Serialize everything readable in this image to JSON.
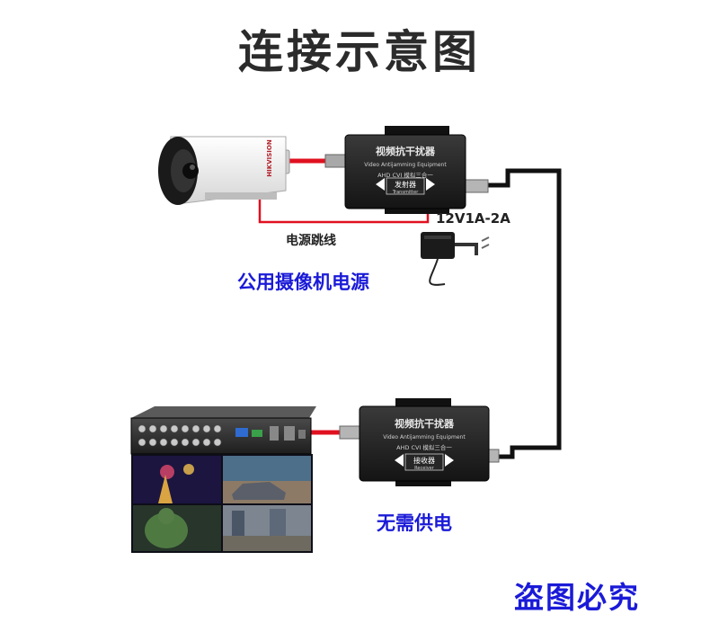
{
  "title": "连接示意图",
  "labels": {
    "power_jumper": "电源跳线",
    "power_spec": "12V1A-2A",
    "shared_power": "公用摄像机电源",
    "no_power": "无需供电",
    "watermark": "盗图必究"
  },
  "camera": {
    "brand": "HIKVISION"
  },
  "transmitter": {
    "name_cn": "视频抗干扰器",
    "name_en": "Video Antijamming Equipment",
    "formats": "AHD  CVI  模拟三合一",
    "role_cn": "发射器",
    "role_en": "Transmitter"
  },
  "receiver": {
    "name_cn": "视频抗干扰器",
    "name_en": "Video Antijamming Equipment",
    "formats": "AHD  CVI  模拟三合一",
    "role_cn": "接收器",
    "role_en": "Receiver"
  },
  "colors": {
    "signal_cable": "#e01020",
    "line_cable": "#111111",
    "label_blue": "#1a1ad8",
    "device_body": "#1c1c1c"
  }
}
